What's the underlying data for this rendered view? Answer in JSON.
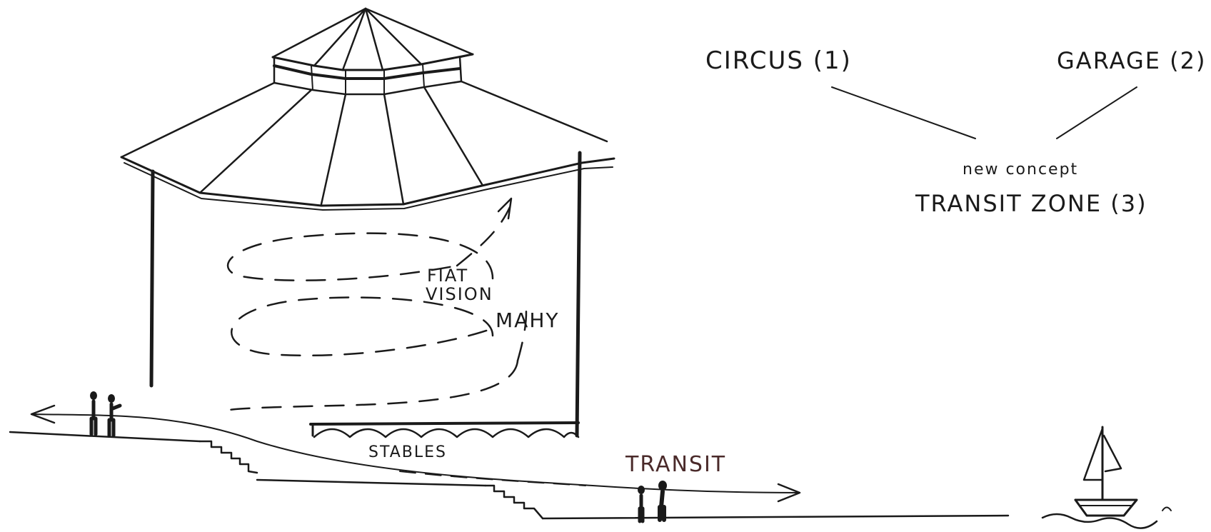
{
  "labels": {
    "circus": "CIRCUS (1)",
    "garage": "GARAGE (2)",
    "new_concept": "new concept",
    "transit_zone": "TRANSIT ZONE (3)",
    "fiat": "FIAT",
    "vision": "VISION",
    "mahy": "MAHY",
    "stables": "STABLES",
    "transit": "TRANSIT"
  },
  "colors": {
    "ink": "#1a1a1a",
    "transit_ink": "#4a2a2a",
    "paper": "#ffffff"
  }
}
